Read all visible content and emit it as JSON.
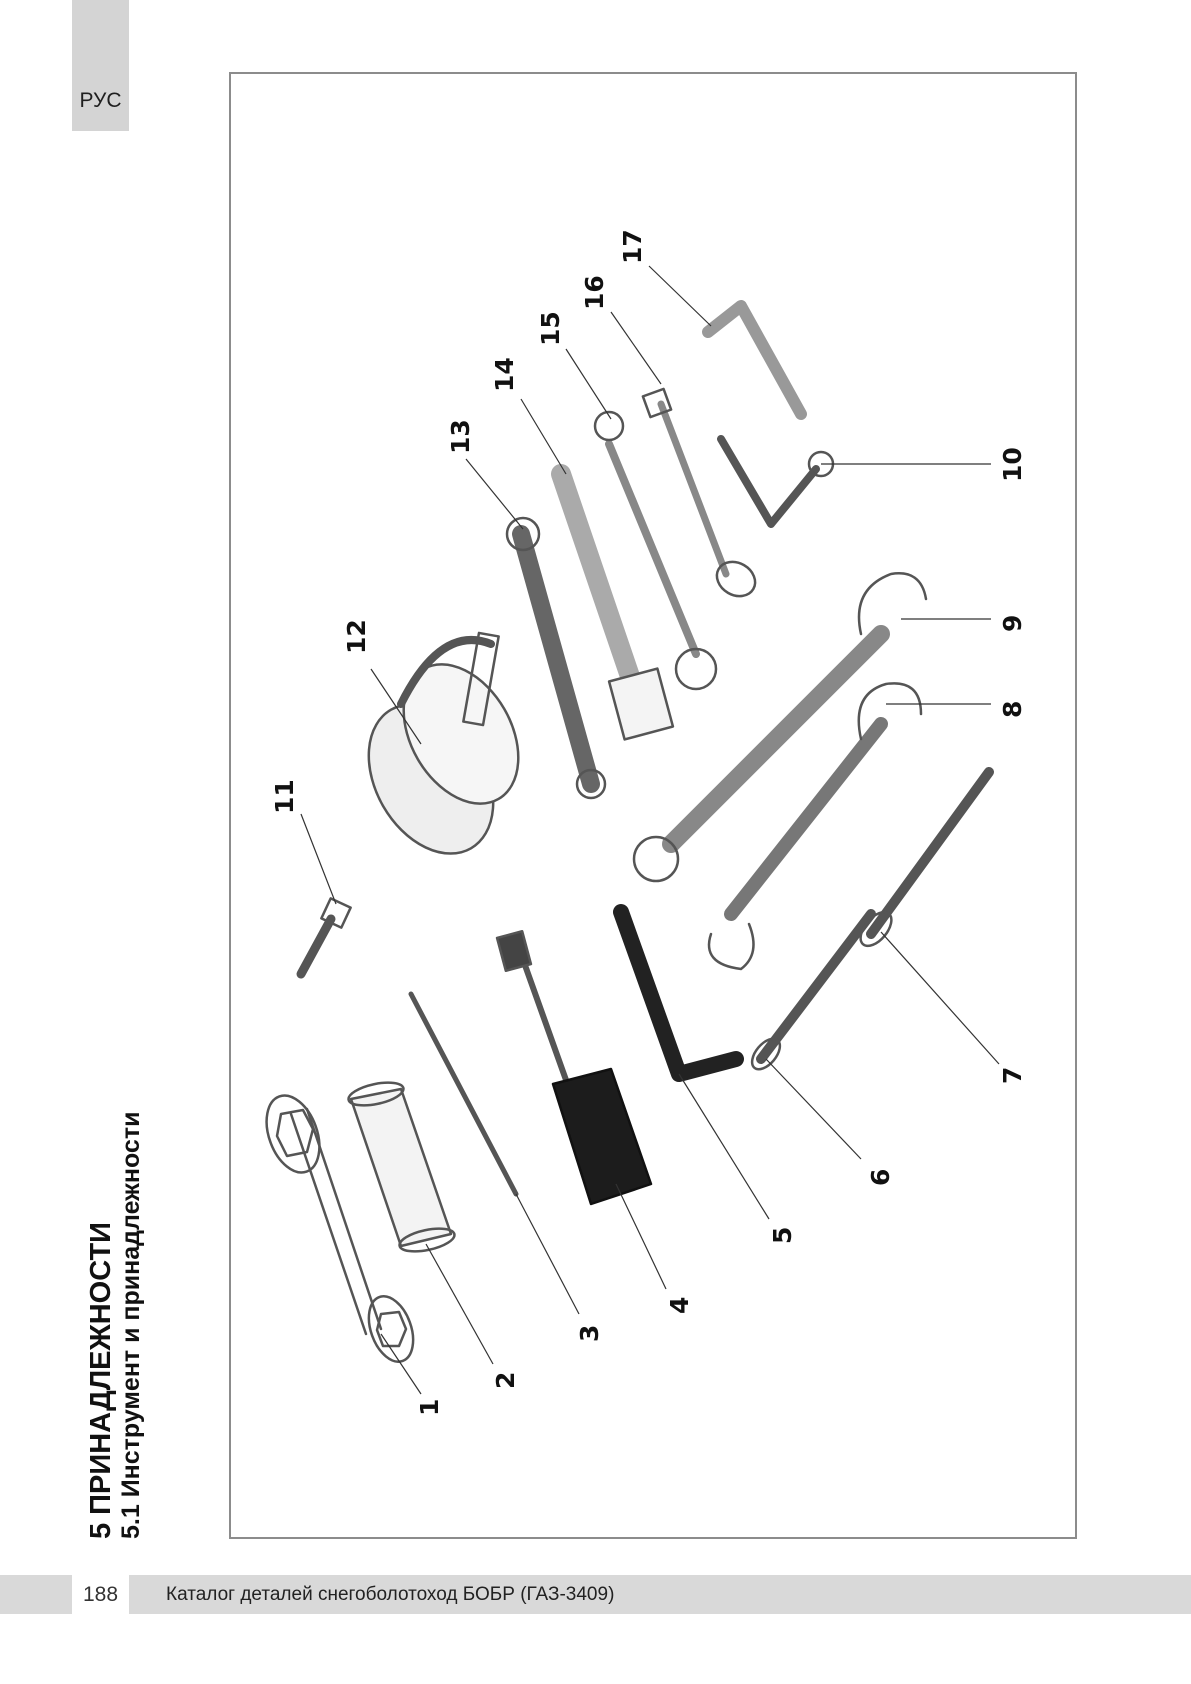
{
  "header": {
    "lang": "РУС"
  },
  "section": {
    "title": "5 ПРИНАДЛЕЖНОСТИ",
    "subtitle": "5.1 Инструмент и принадлежности"
  },
  "illustration": {
    "callouts": [
      "1",
      "2",
      "3",
      "4",
      "5",
      "6",
      "7",
      "8",
      "9",
      "10",
      "11",
      "12",
      "13",
      "14",
      "15",
      "16",
      "17"
    ]
  },
  "footer": {
    "page_number": "188",
    "catalog_title": "Каталог деталей снегоболотоход БОБР (ГАЗ-3409)"
  }
}
